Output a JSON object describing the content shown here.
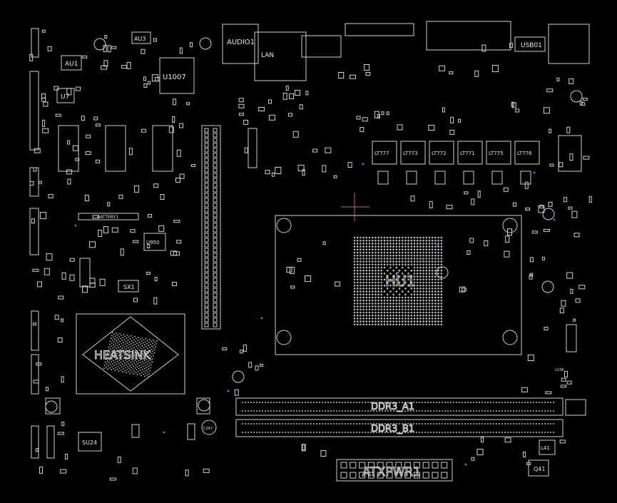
{
  "board": {
    "background": "#000000",
    "line_color": "#cfcfcf",
    "accent_color": "#c86060"
  },
  "labels": {
    "au1": "AU1",
    "au3": "AU3",
    "u7": "U7",
    "u1007": "U1007",
    "audio1": "AUDIO1",
    "lan": "LAN",
    "usb": "USB01",
    "heatsink_top": "HEATSINK",
    "heatsink_main": "HEATSINK",
    "hu1": "HU1",
    "ddr_a": "DDR3_A1",
    "ddr_b": "DDR3_B1",
    "atxpwr": "ATXPWR1",
    "battery": "BATTERY1",
    "u950": "U950",
    "sx1": "SX1",
    "su24": "SU24",
    "lt777": "LT777",
    "lt773": "LT773",
    "lt772": "LT772",
    "lt771": "LT771",
    "lt775": "LT775",
    "lt776": "LT776",
    "q41": "Q41",
    "l41": "L41",
    "c247": "C247",
    "lu36": "LU36"
  }
}
